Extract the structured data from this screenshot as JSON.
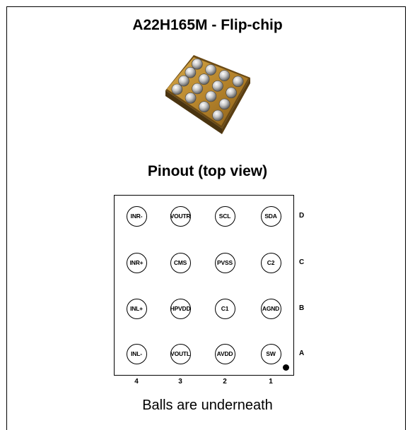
{
  "title": "A22H165M - Flip-chip",
  "subtitle": "Pinout (top view)",
  "caption": "Balls are underneath",
  "rows": [
    "D",
    "C",
    "B",
    "A"
  ],
  "columns": [
    "4",
    "3",
    "2",
    "1"
  ],
  "balls": [
    [
      "INR-",
      "VOUTR",
      "SCL",
      "SDA"
    ],
    [
      "INR+",
      "CMS",
      "PVSS",
      "C2"
    ],
    [
      "INL+",
      "HPVDD",
      "C1",
      "AGND"
    ],
    [
      "INL-",
      "VOUTL",
      "AVDD",
      "SW"
    ]
  ]
}
